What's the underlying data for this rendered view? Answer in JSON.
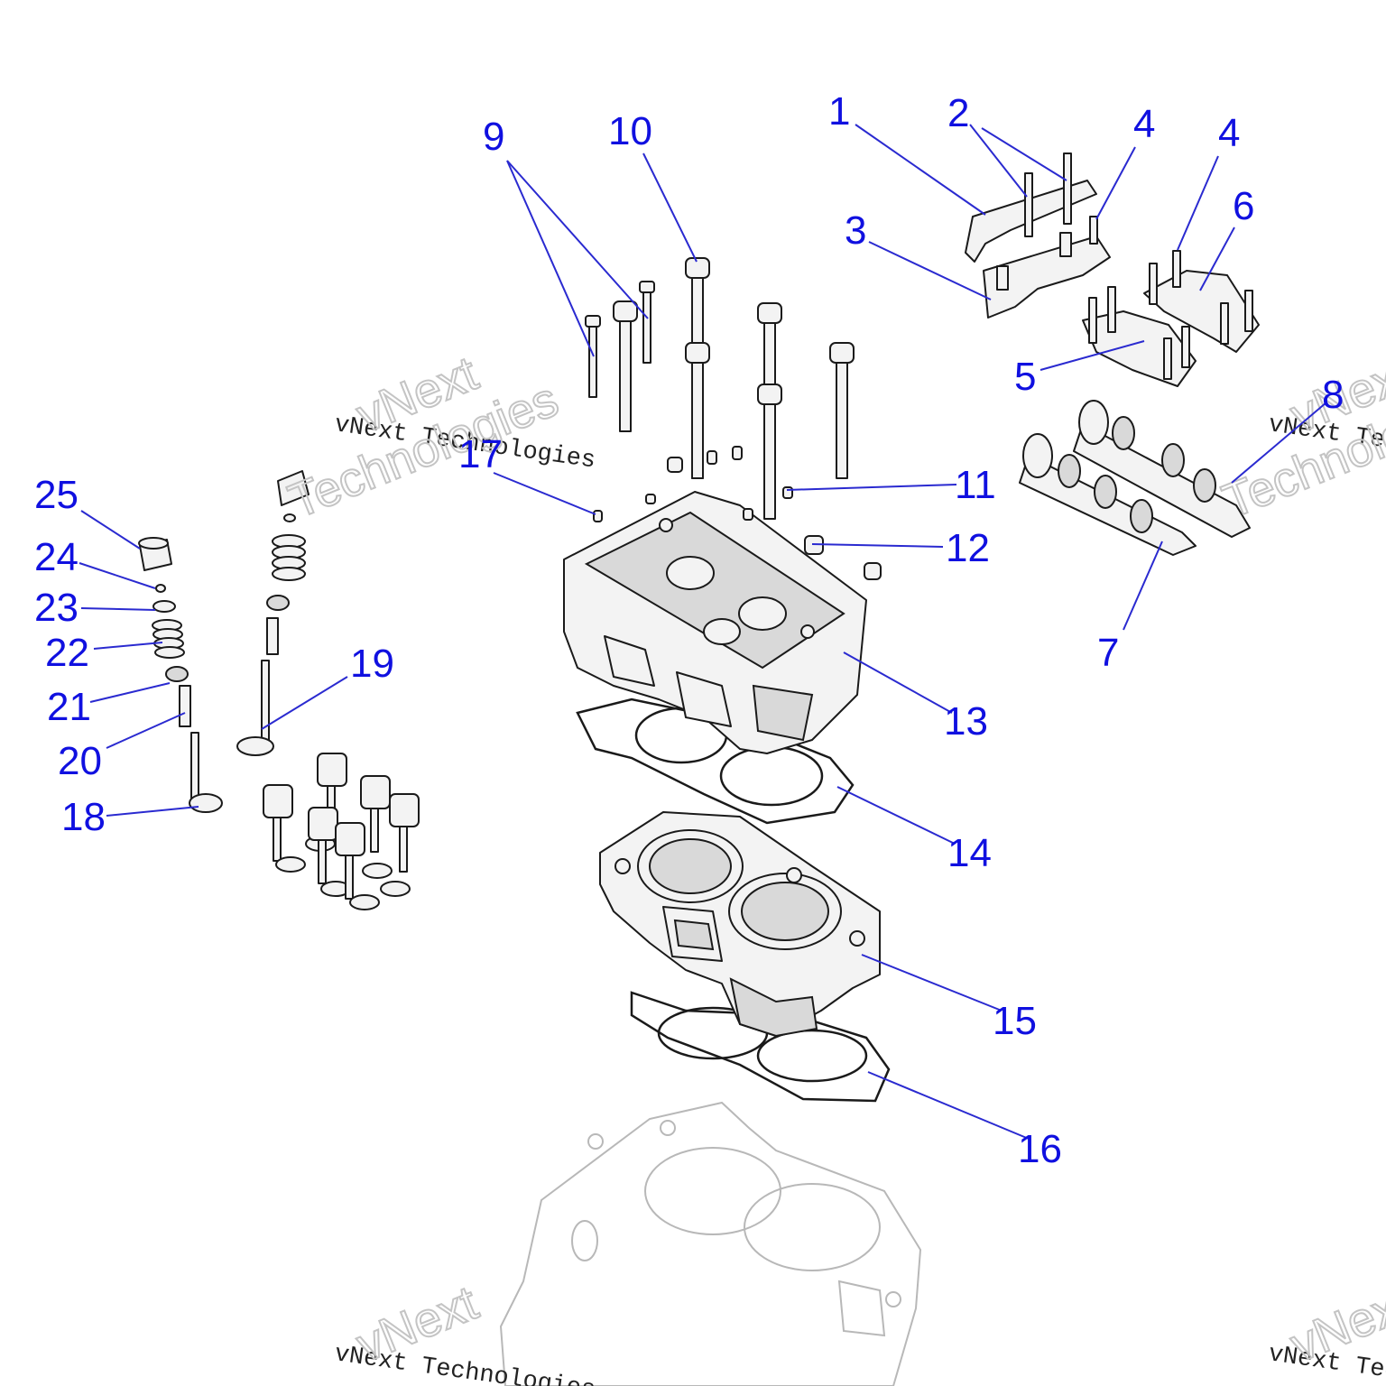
{
  "callouts": [
    {
      "id": "c1",
      "label": "1"
    },
    {
      "id": "c2",
      "label": "2"
    },
    {
      "id": "c3",
      "label": "3"
    },
    {
      "id": "c4a",
      "label": "4"
    },
    {
      "id": "c4b",
      "label": "4"
    },
    {
      "id": "c5",
      "label": "5"
    },
    {
      "id": "c6",
      "label": "6"
    },
    {
      "id": "c7",
      "label": "7"
    },
    {
      "id": "c8",
      "label": "8"
    },
    {
      "id": "c9",
      "label": "9"
    },
    {
      "id": "c10",
      "label": "10"
    },
    {
      "id": "c11",
      "label": "11"
    },
    {
      "id": "c12",
      "label": "12"
    },
    {
      "id": "c13",
      "label": "13"
    },
    {
      "id": "c14",
      "label": "14"
    },
    {
      "id": "c15",
      "label": "15"
    },
    {
      "id": "c16",
      "label": "16"
    },
    {
      "id": "c17",
      "label": "17"
    },
    {
      "id": "c18",
      "label": "18"
    },
    {
      "id": "c19",
      "label": "19"
    },
    {
      "id": "c20",
      "label": "20"
    },
    {
      "id": "c21",
      "label": "21"
    },
    {
      "id": "c22",
      "label": "22"
    },
    {
      "id": "c23",
      "label": "23"
    },
    {
      "id": "c24",
      "label": "24"
    },
    {
      "id": "c25",
      "label": "25"
    }
  ],
  "watermark": {
    "line1": "vNext Technologies",
    "outline1": "vNext",
    "outline2": "Technologies"
  },
  "colors": {
    "callout": "#1010e0",
    "leader": "#2a2ad0",
    "part_stroke": "#1a1a1a"
  }
}
